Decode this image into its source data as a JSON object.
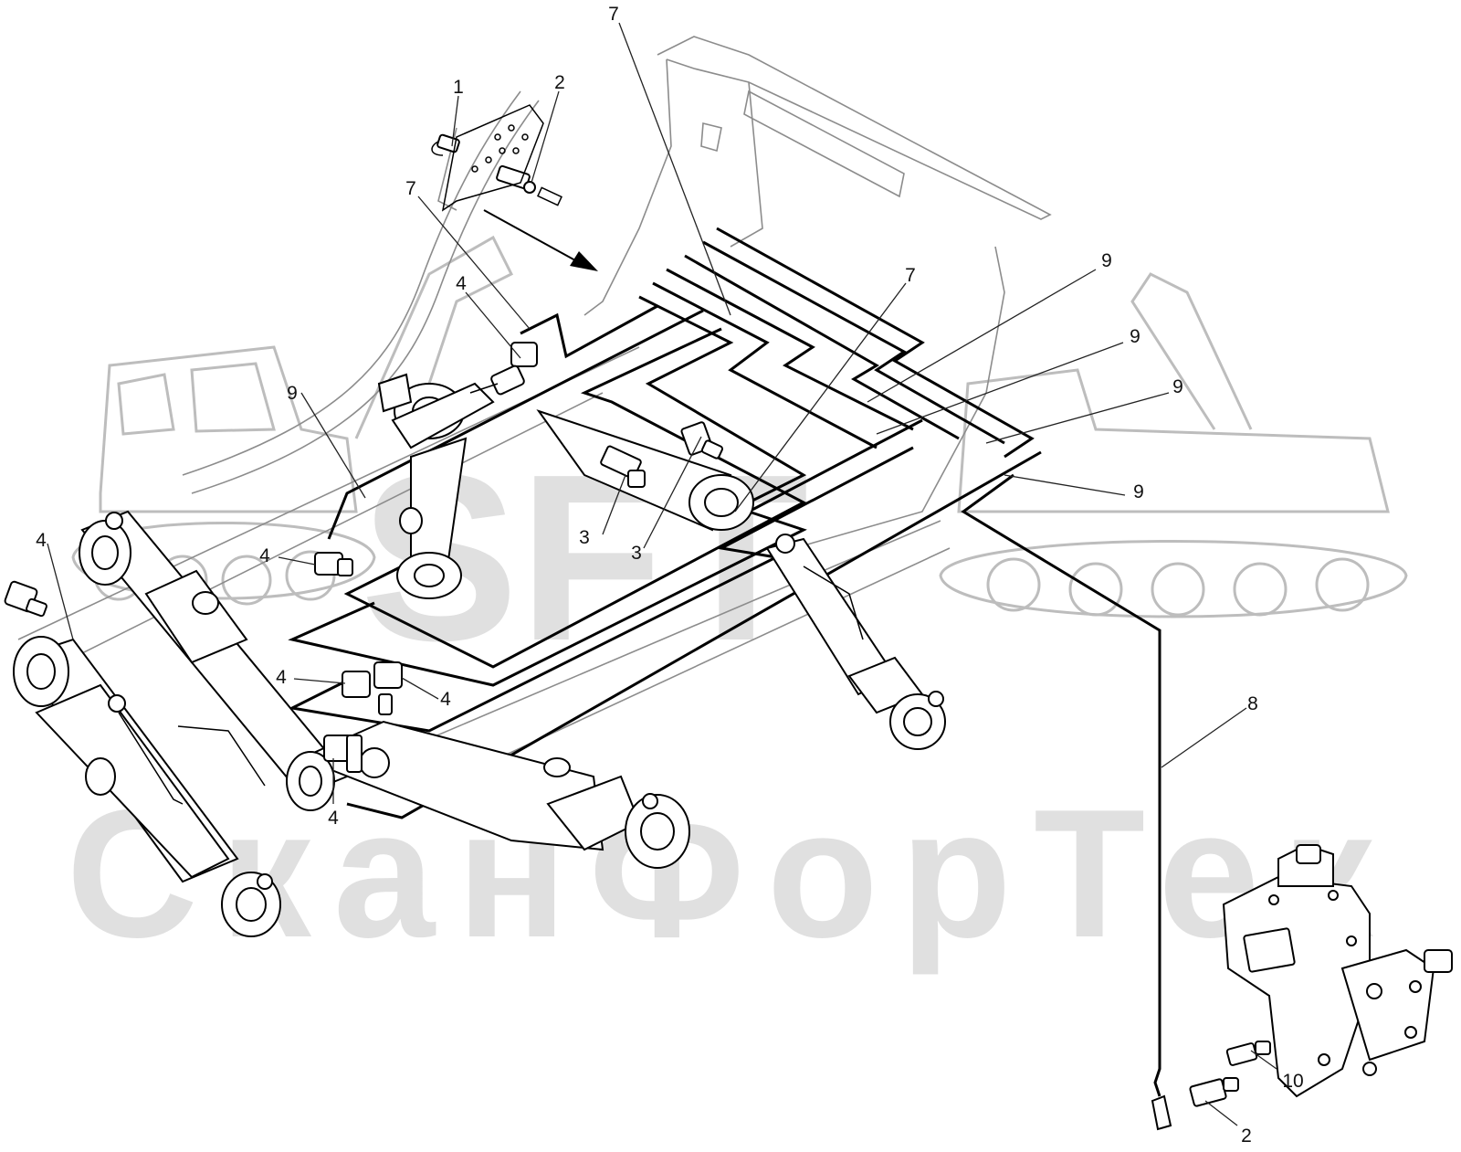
{
  "watermark": {
    "logo_text": "SFT",
    "company_text": "СканФорТек"
  },
  "callouts": [
    {
      "id": "c1",
      "label": "1"
    },
    {
      "id": "c2a",
      "label": "2"
    },
    {
      "id": "c2b",
      "label": "2"
    },
    {
      "id": "c3a",
      "label": "3"
    },
    {
      "id": "c3b",
      "label": "3"
    },
    {
      "id": "c4a",
      "label": "4"
    },
    {
      "id": "c4b",
      "label": "4"
    },
    {
      "id": "c4c",
      "label": "4"
    },
    {
      "id": "c4d",
      "label": "4"
    },
    {
      "id": "c4e",
      "label": "4"
    },
    {
      "id": "c4f",
      "label": "4"
    },
    {
      "id": "c7a",
      "label": "7"
    },
    {
      "id": "c7b",
      "label": "7"
    },
    {
      "id": "c7c",
      "label": "7"
    },
    {
      "id": "c8",
      "label": "8"
    },
    {
      "id": "c9a",
      "label": "9"
    },
    {
      "id": "c9b",
      "label": "9"
    },
    {
      "id": "c9c",
      "label": "9"
    },
    {
      "id": "c9d",
      "label": "9"
    },
    {
      "id": "c9e",
      "label": "9"
    },
    {
      "id": "c10",
      "label": "10"
    }
  ]
}
